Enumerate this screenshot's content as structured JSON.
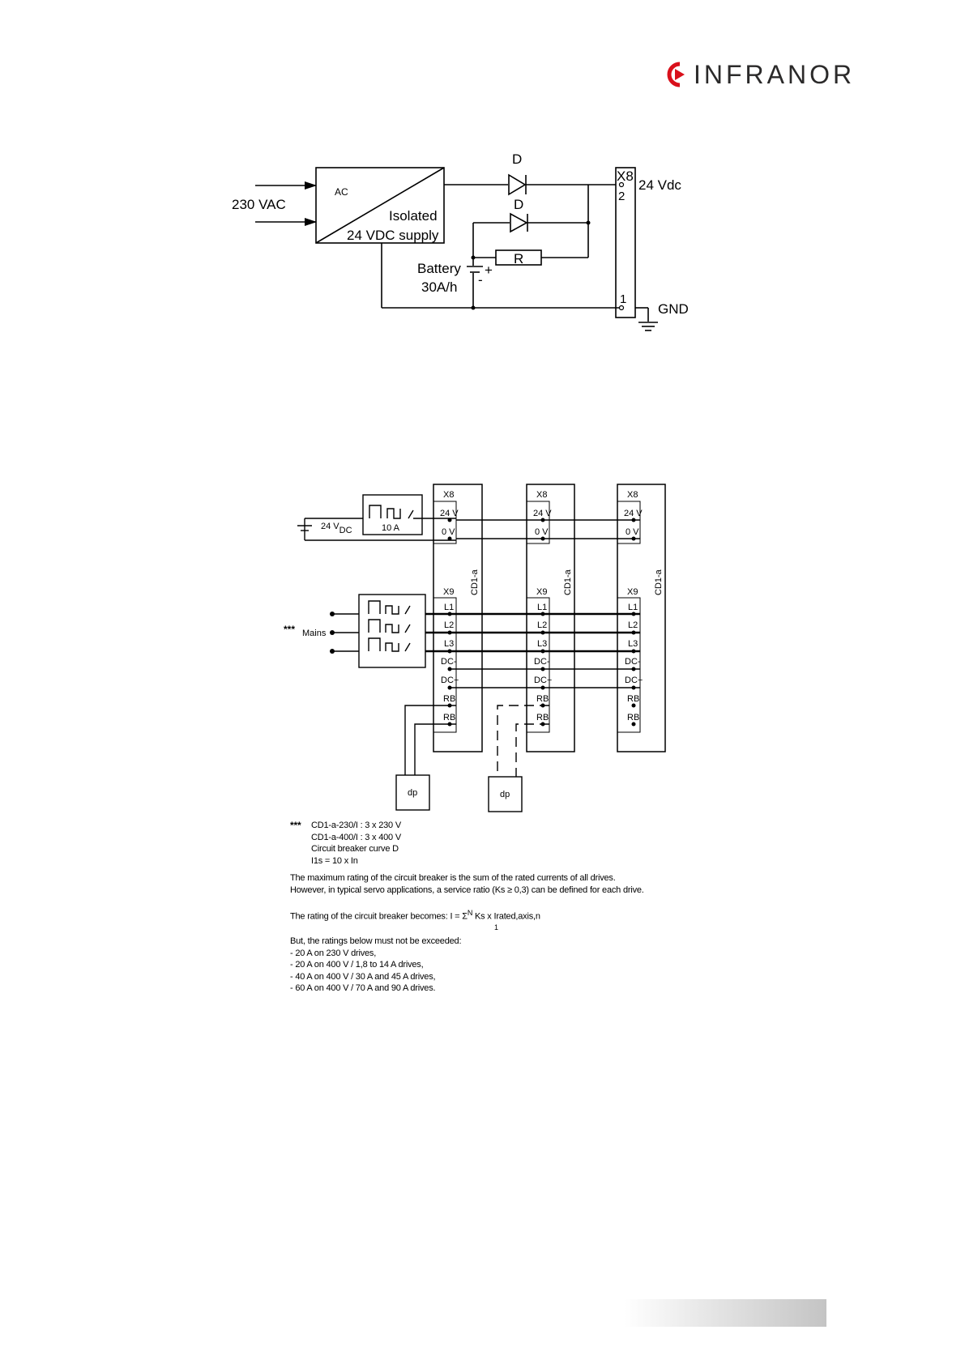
{
  "header": {
    "brand": "INFRANOR",
    "brand_color": "#d9101b"
  },
  "diagram1": {
    "input_label": "230 VAC",
    "psu_ac": "AC",
    "psu_line1": "Isolated",
    "psu_line2": "24 VDC supply",
    "diode_label": "D",
    "resistor_label": "R",
    "battery_line1": "Battery",
    "battery_line2": "30A/h",
    "plus": "+",
    "minus": "-",
    "connector": "X8",
    "pin2": "2",
    "pin1": "1",
    "out_label": "24 Vdc",
    "gnd_label": "GND"
  },
  "diagram2": {
    "supply_label": "24 V",
    "supply_sub": "DC",
    "breaker_rating": "10 A",
    "mains_label": "Mains",
    "stars": "***",
    "dp_label": "dp",
    "drives": [
      {
        "x8": "X8",
        "pin_24v": "24 V",
        "pin_0v": "0 V",
        "model": "CD1-a",
        "x9": "X9",
        "pins": [
          "L1",
          "L2",
          "L3",
          "DC-",
          "DC+",
          "RB",
          "RB"
        ]
      },
      {
        "x8": "X8",
        "pin_24v": "24 V",
        "pin_0v": "0 V",
        "model": "CD1-a",
        "x9": "X9",
        "pins": [
          "L1",
          "L2",
          "L3",
          "DC-",
          "DC+",
          "RB",
          "RB"
        ]
      },
      {
        "x8": "X8",
        "pin_24v": "24 V",
        "pin_0v": "0 V",
        "model": "CD1-a",
        "x9": "X9",
        "pins": [
          "L1",
          "L2",
          "L3",
          "DC-",
          "DC+",
          "RB",
          "RB"
        ]
      }
    ]
  },
  "notes": {
    "stars": "***",
    "spec_lines": [
      "CD1-a-230/I : 3 x 230 V",
      "CD1-a-400/I : 3 x 400 V",
      "Circuit breaker curve D",
      "I1s = 10 x In"
    ],
    "para1_line1": "The maximum rating of the circuit breaker is the sum of the rated currents of all drives.",
    "para1_line2": "However, in typical servo applications, a service ratio (Ks ≥ 0,3) can be defined for each drive.",
    "formula_prefix": "The rating of the circuit breaker becomes: I = Σ",
    "formula_sup": "N",
    "formula_rest": " Ks x Irated,axis,n",
    "formula_sub": "1",
    "limits_intro": "But, the ratings below must not be exceeded:",
    "limits": [
      "- 20 A on 230 V drives,",
      "- 20 A on 400 V / 1,8 to 14 A drives,",
      "- 40 A on 400 V / 30 A and 45 A drives,",
      "- 60 A on 400 V / 70 A and 90 A drives."
    ]
  }
}
